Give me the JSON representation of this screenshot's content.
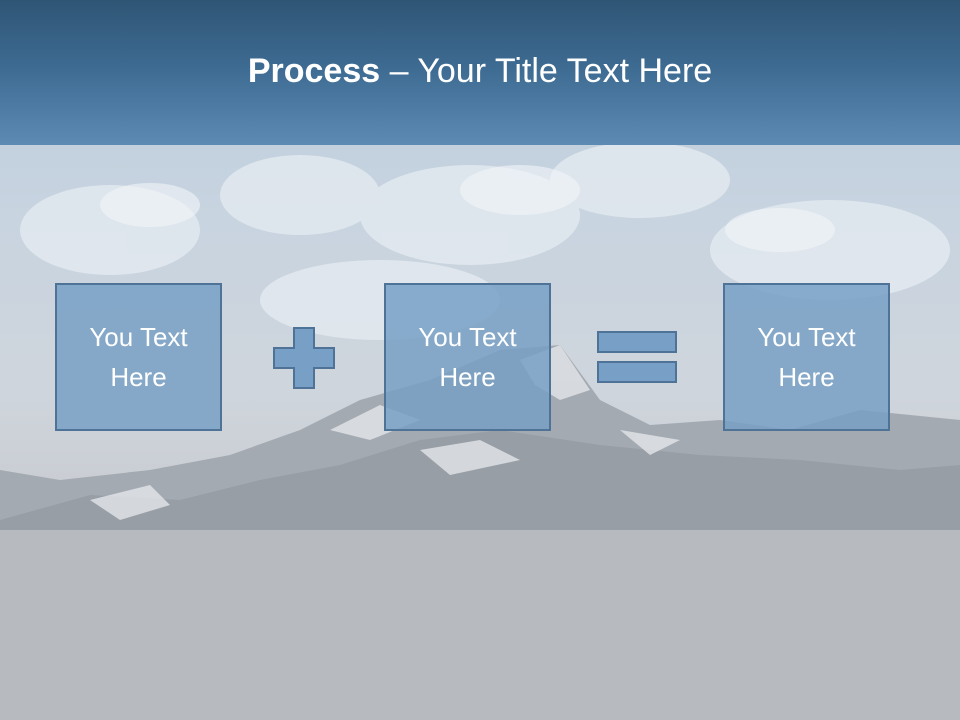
{
  "title": {
    "bold": "Process",
    "rest": " – Your Title Text Here"
  },
  "process": {
    "boxes": [
      {
        "text": "You Text Here"
      },
      {
        "text": "You Text Here"
      },
      {
        "text": "You Text Here"
      }
    ],
    "operators": [
      "plus-icon",
      "equals-icon"
    ]
  },
  "colors": {
    "header_top": "#2f5575",
    "header_bottom": "#5d8ab3",
    "box_fill": "#789fc6",
    "box_border": "#4f7397",
    "text": "#ffffff"
  }
}
